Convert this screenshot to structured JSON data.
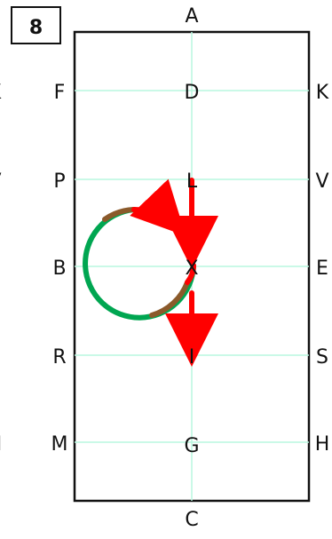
{
  "figure": {
    "number": "8",
    "letters": {
      "A": "A",
      "C": "C",
      "D": "D",
      "L": "L",
      "X": "X",
      "I": "I",
      "G": "G",
      "F": "F",
      "P": "P",
      "B": "B",
      "R": "R",
      "M": "M",
      "K": "K",
      "V": "V",
      "E": "E",
      "S": "S",
      "H": "H",
      "K_partial": "K",
      "V_partial": "V",
      "E_partial": "E",
      "S_partial": "S",
      "H_partial": "H"
    },
    "colors": {
      "outline": "#111111",
      "gridline": "#b9f7df",
      "green": "#00a651",
      "red": "#ff0000",
      "brown": "#8b5a2b"
    }
  }
}
